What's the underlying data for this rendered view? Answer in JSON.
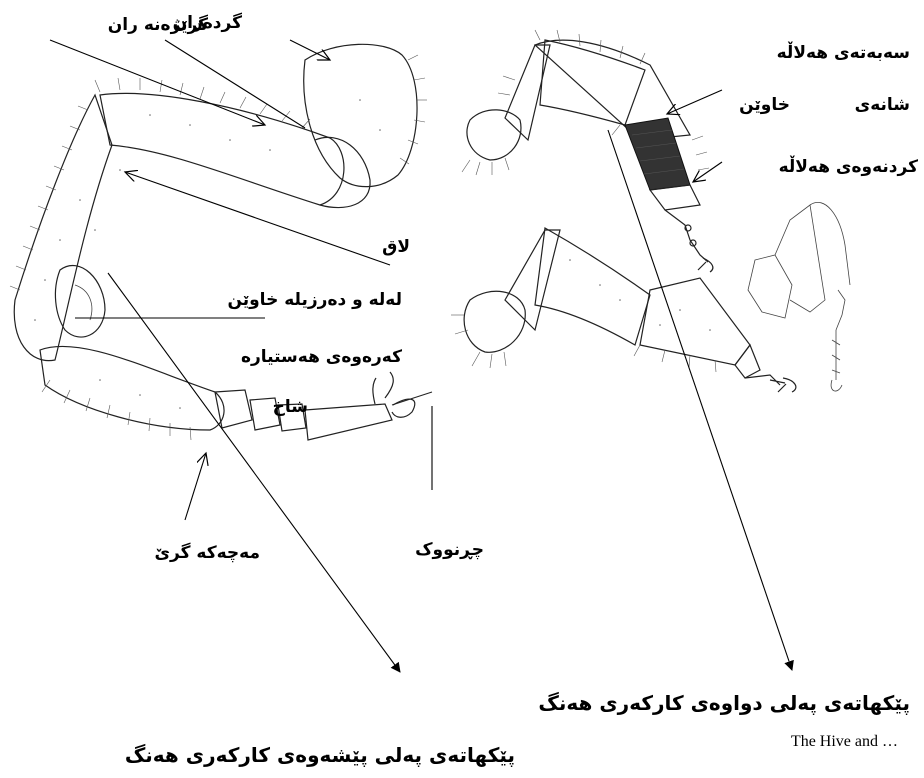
{
  "labels": {
    "gerdaran": "گردەران",
    "grezhana_ran": "گرێژەنە ران",
    "laq": "لاق",
    "lala_darzila": "لەلە و دەرزیلە خاوێن",
    "karaway_hastiyara": "کەرەوەی هەستیارە",
    "shakh": "شاخ",
    "machaka_gre": "مەچەکە گرێ",
    "chrnok": "چڕنووک",
    "sabatay_halala": "سەبەتەی هەلاڵە",
    "shanay": "شانەی",
    "khawen": "خاوێن",
    "krdnaway_halala": "کردنەوەی هەلاڵە"
  },
  "titles": {
    "front_leg": "پێکهاتەی پەلی پێشەوەی کارکەری هەنگ",
    "hind_leg": "پێکهاتەی پەلی دواوەی کارکەری هەنگ"
  },
  "caption": "The Hive and …"
}
